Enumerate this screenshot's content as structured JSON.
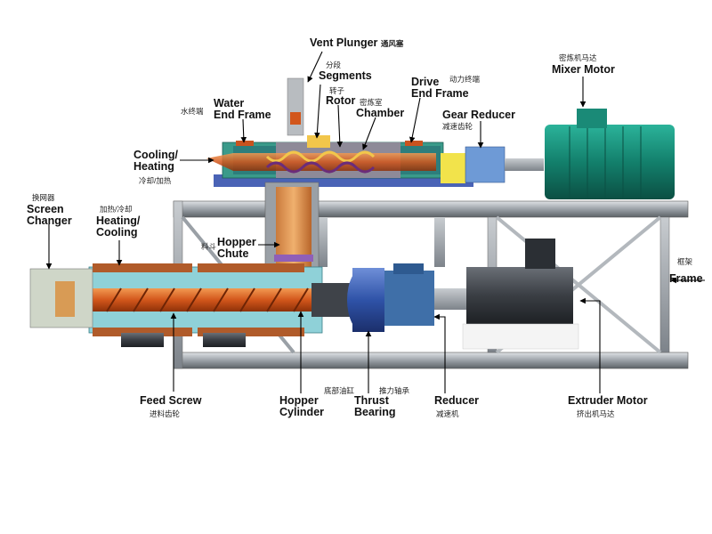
{
  "labels": {
    "vent_plunger": {
      "en": "Vent Plunger",
      "zh": "通风塞"
    },
    "segments": {
      "en": "Segments",
      "zh": "分段"
    },
    "rotor": {
      "en": "Rotor",
      "zh": "转子"
    },
    "chamber": {
      "en": "Chamber",
      "zh": "密炼室"
    },
    "water_end_frame": {
      "en_line1": "Water",
      "en_line2": "End Frame",
      "zh": "水终端"
    },
    "drive_end_frame": {
      "en_line1": "Drive",
      "en_line2": "End Frame",
      "zh": "动力终端"
    },
    "gear_reducer": {
      "en": "Gear Reducer",
      "zh": "减速齿轮"
    },
    "mixer_motor": {
      "en": "Mixer Motor",
      "zh": "密炼机马达"
    },
    "cooling_heating": {
      "en_line1": "Cooling/",
      "en_line2": "Heating",
      "zh": "冷却/加热"
    },
    "screen_changer": {
      "en_line1": "Screen",
      "en_line2": "Changer",
      "zh": "换网器"
    },
    "heating_cooling": {
      "en_line1": "Heating/",
      "en_line2": "Cooling",
      "zh": "加热/冷却"
    },
    "hopper_chute": {
      "en_line1": "Hopper",
      "en_line2": "Chute",
      "zh": "料斗"
    },
    "frame": {
      "en": "Frame",
      "zh": "框架"
    },
    "feed_screw": {
      "en": "Feed Screw",
      "zh": "进料齿轮"
    },
    "hopper_cylinder": {
      "en_line1": "Hopper",
      "en_line2": "Cylinder",
      "zh": "底部油缸"
    },
    "thrust_bearing": {
      "en_line1": "Thrust",
      "en_line2": "Bearing",
      "zh": "推力轴承"
    },
    "reducer": {
      "en": "Reducer",
      "zh": "减速机"
    },
    "extruder_motor": {
      "en": "Extruder Motor",
      "zh": "挤出机马达"
    }
  }
}
